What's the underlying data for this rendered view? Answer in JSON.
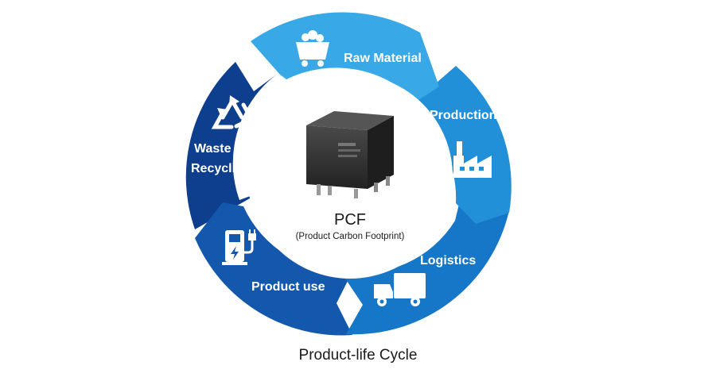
{
  "segments": [
    {
      "id": "raw-material",
      "label": "Raw Material",
      "color": "#39a8e6",
      "icon": "mine-cart-icon"
    },
    {
      "id": "production",
      "label": "Production",
      "color": "#2290d8",
      "icon": "factory-icon"
    },
    {
      "id": "logistics",
      "label": "Logistics",
      "color": "#1677c8",
      "icon": "truck-icon"
    },
    {
      "id": "product-use",
      "label": "Product use",
      "color": "#1458ad",
      "icon": "charging-station-icon"
    },
    {
      "id": "waste-recycling",
      "label_line1": "Waste・",
      "label_line2": "Recycling",
      "color": "#0d3f8e",
      "icon": "recycle-icon"
    }
  ],
  "center": {
    "title": "PCF",
    "subtitle": "(Product Carbon Footprint)",
    "image": "relay-component-image"
  },
  "caption": "Product-life Cycle"
}
